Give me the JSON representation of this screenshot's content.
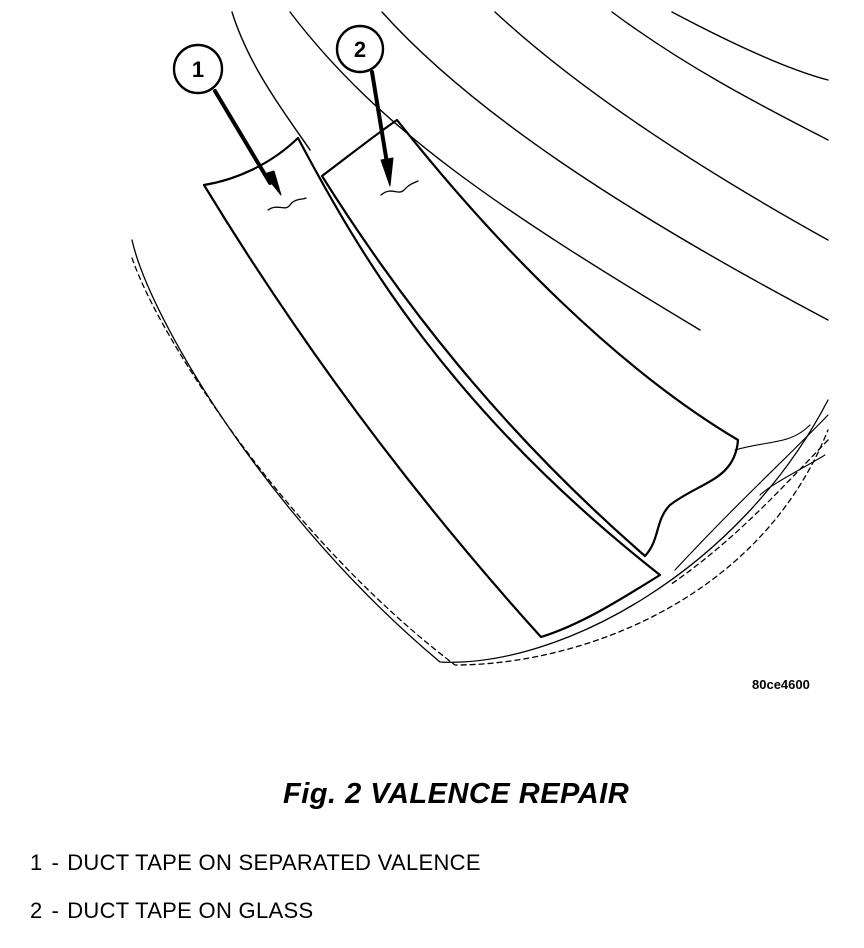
{
  "figure": {
    "code": "80ce4600",
    "caption": "Fig.  2 VALENCE REPAIR",
    "callouts": [
      {
        "number": "1"
      },
      {
        "number": "2"
      }
    ],
    "legend": [
      {
        "number": "1",
        "separator": "-",
        "text": "DUCT TAPE ON SEPARATED VALENCE"
      },
      {
        "number": "2",
        "separator": "-",
        "text": "DUCT TAPE ON GLASS"
      }
    ]
  }
}
